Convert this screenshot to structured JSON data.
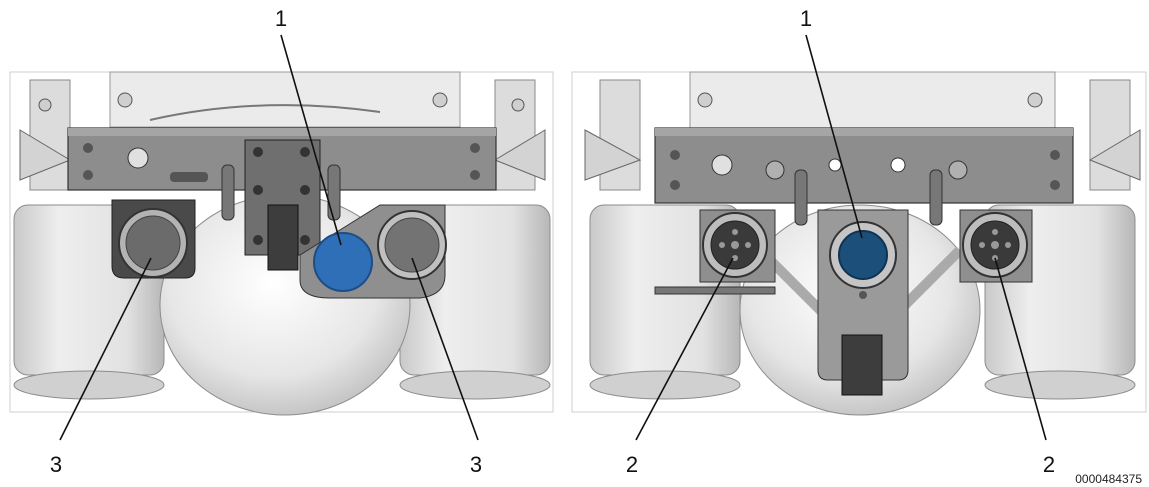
{
  "figure_id": "0000484375",
  "left_panel": {
    "callouts": {
      "top": "1",
      "bottom_left": "3",
      "bottom_right": "3"
    },
    "connector_color": "#2f6fb8"
  },
  "right_panel": {
    "callouts": {
      "top": "1",
      "bottom_left": "2",
      "bottom_right": "2"
    },
    "connector_color": "#1c4f7a"
  }
}
